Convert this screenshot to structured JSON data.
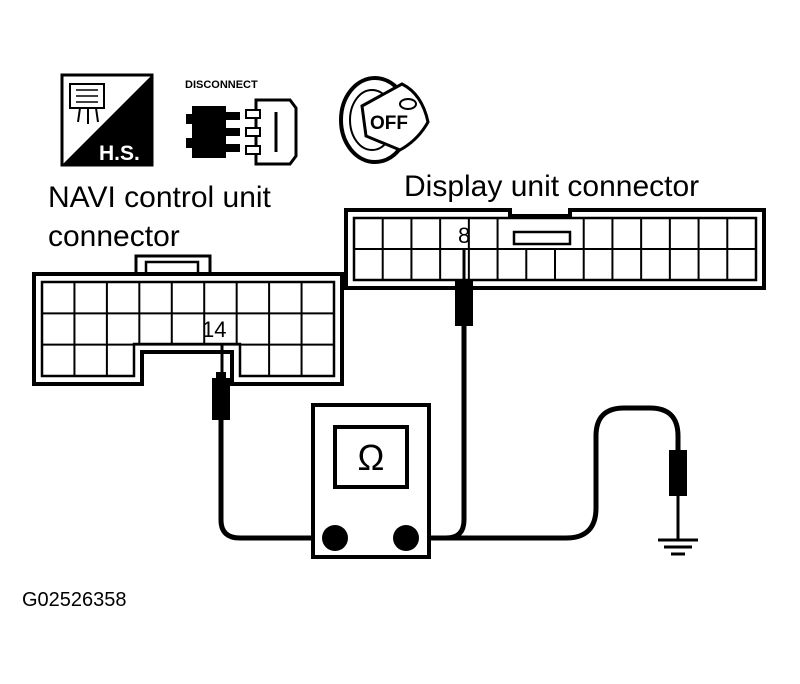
{
  "icons": {
    "hs_label": "H.S.",
    "disconnect_label": "DISCONNECT",
    "off_label": "OFF"
  },
  "navi_connector": {
    "label_line1": "NAVI control unit",
    "label_line2": "connector",
    "pin": "14"
  },
  "display_connector": {
    "label": "Display unit connector",
    "pin": "8"
  },
  "meter": {
    "symbol": "Ω"
  },
  "figure_code": "G02526358"
}
